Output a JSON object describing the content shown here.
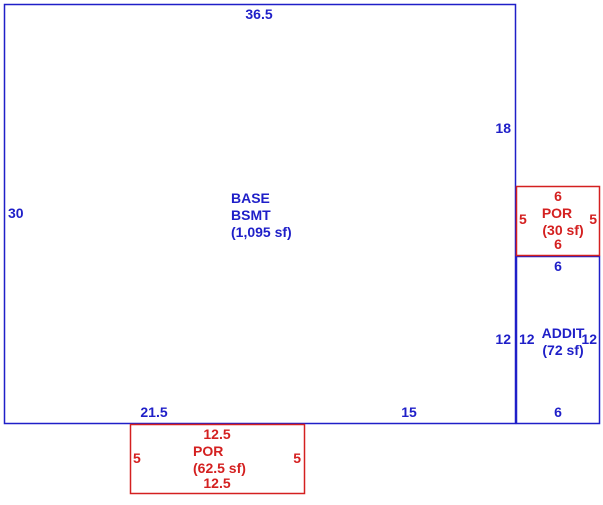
{
  "colors": {
    "main": "#1f1fc8",
    "porch": "#d42020",
    "background": "#ffffff"
  },
  "base": {
    "label_line1": "BASE",
    "label_line2": "BSMT",
    "area": "(1,095 sf)",
    "dim_top": "36.5",
    "dim_left": "30",
    "dim_right_upper": "18",
    "dim_right_lower": "12",
    "dim_bottom_left": "21.5",
    "dim_bottom_right": "15"
  },
  "porch_top": {
    "label": "POR",
    "area": "(30 sf)",
    "dim_top": "6",
    "dim_bottom": "6",
    "dim_left": "5",
    "dim_right": "5"
  },
  "addition": {
    "label": "ADDIT",
    "area": "(72 sf)",
    "dim_top": "6",
    "dim_bottom": "6",
    "dim_left": "12",
    "dim_right": "12"
  },
  "porch_bottom": {
    "label": "POR",
    "area": "(62.5 sf)",
    "dim_top": "12.5",
    "dim_bottom": "12.5",
    "dim_left": "5",
    "dim_right": "5"
  }
}
